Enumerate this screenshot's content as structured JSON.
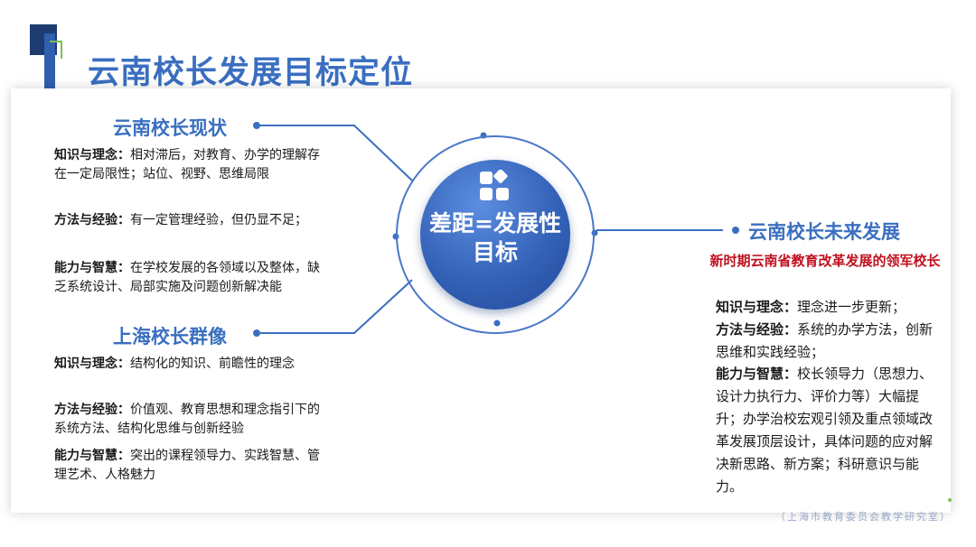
{
  "page_title": "云南校长发展目标定位",
  "center": {
    "line1": "差距=发展性",
    "line2": "目标"
  },
  "left_top": {
    "title": "云南校长现状",
    "items": [
      {
        "label": "知识与理念：",
        "text": "相对滞后，对教育、办学的理解存在一定局限性；站位、视野、思维局限"
      },
      {
        "label": "方法与经验：",
        "text": "有一定管理经验，但仍显不足；"
      },
      {
        "label": "能力与智慧：",
        "text": "在学校发展的各领域以及整体，缺乏系统设计、局部实施及问题创新解决能"
      }
    ]
  },
  "left_bottom": {
    "title": "上海校长群像",
    "items": [
      {
        "label": "知识与理念：",
        "text": "结构化的知识、前瞻性的理念"
      },
      {
        "label": "方法与经验：",
        "text": "价值观、教育思想和理念指引下的系统方法、结构化思维与创新经验"
      },
      {
        "label": "能力与智慧：",
        "text": "突出的课程领导力、实践智慧、管理艺术、人格魅力"
      }
    ]
  },
  "right": {
    "title": "云南校长未来发展",
    "subtitle": "新时期云南省教育改革发展的领军校长",
    "items": [
      {
        "label": "知识与理念：",
        "text": "理念进一步更新；"
      },
      {
        "label": "方法与经验：",
        "text": "系统的办学方法，创新思维和实践经验；"
      },
      {
        "label": "能力与智慧：",
        "text": "校长领导力（思想力、设计力执行力、评价力等）大幅提升；办学治校宏观引领及重点领域改革发展顶层设计，具体问题的应对解决新思路、新方案；科研意识与能力。"
      }
    ]
  },
  "source": "（上海市教育委员会教学研究室）",
  "colors": {
    "accent": "#3a6fc0",
    "red": "#c0111f",
    "dark": "#1e3c72"
  },
  "icons": [
    "grid-diamond-icon"
  ]
}
